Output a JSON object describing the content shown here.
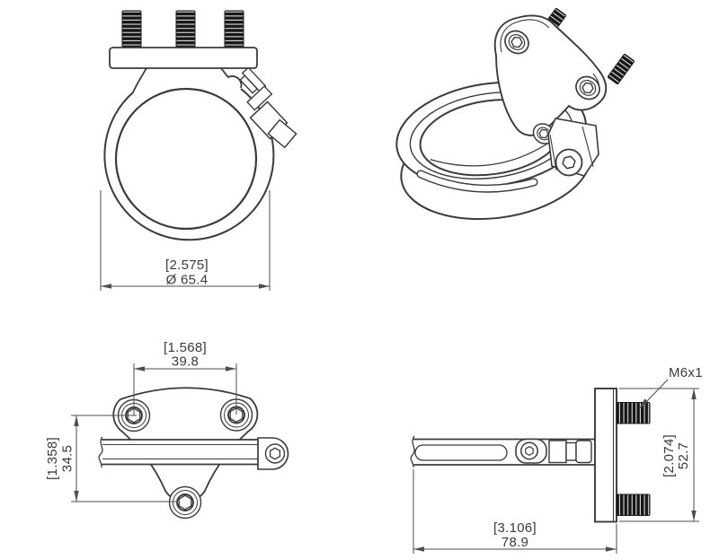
{
  "canvas": {
    "background": "#ffffff",
    "line_color": "#3b3b3b",
    "dim_color": "#4d4d4d",
    "text_color": "#3a3a3a",
    "thread_color": "#171717"
  },
  "views": {
    "front": {
      "dims": {
        "diameter_in": "[2.575]",
        "diameter_mm": "Ø 65.4"
      }
    },
    "top": {
      "dims": {
        "spacing_in": "[1.568]",
        "spacing_mm": "39.8",
        "offset_in": "[1.358]",
        "offset_mm": "34.5"
      }
    },
    "side": {
      "thread": "M6x1",
      "dims": {
        "height_in": "[2.074]",
        "height_mm": "52.7",
        "length_in": "[3.106]",
        "length_mm": "78.9"
      }
    }
  }
}
